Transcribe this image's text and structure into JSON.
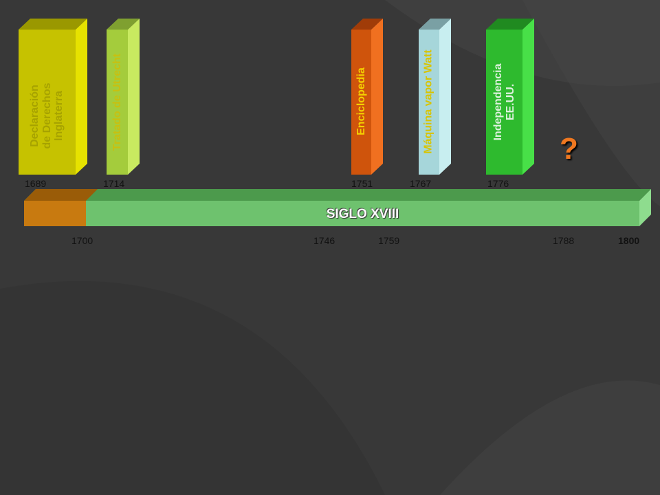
{
  "events": [
    {
      "label": "Declaración\nde Derechos\nInglaterra",
      "year": "1689"
    },
    {
      "label": "Tratado de Utrecht",
      "year": "1714"
    },
    {
      "label": "Enciclopedia",
      "year": "1751"
    },
    {
      "label": "Máquina vapor Watt",
      "year": "1767"
    },
    {
      "label": "Independencia\nEE.UU.",
      "year": "1776"
    }
  ],
  "unknown_marker": "?",
  "century": {
    "label": "SIGLO XVIII"
  },
  "axis_years": [
    "1700",
    "1746",
    "1759",
    "1788",
    "1800"
  ],
  "colors": {
    "declaracion": "#c8c400",
    "utrecht": "#a8d040",
    "enciclopedia": "#d85a10",
    "watt": "#a8d8dc",
    "independencia": "#30c030",
    "century_bar": "#6ec26e",
    "century_start": "#c87a10"
  }
}
